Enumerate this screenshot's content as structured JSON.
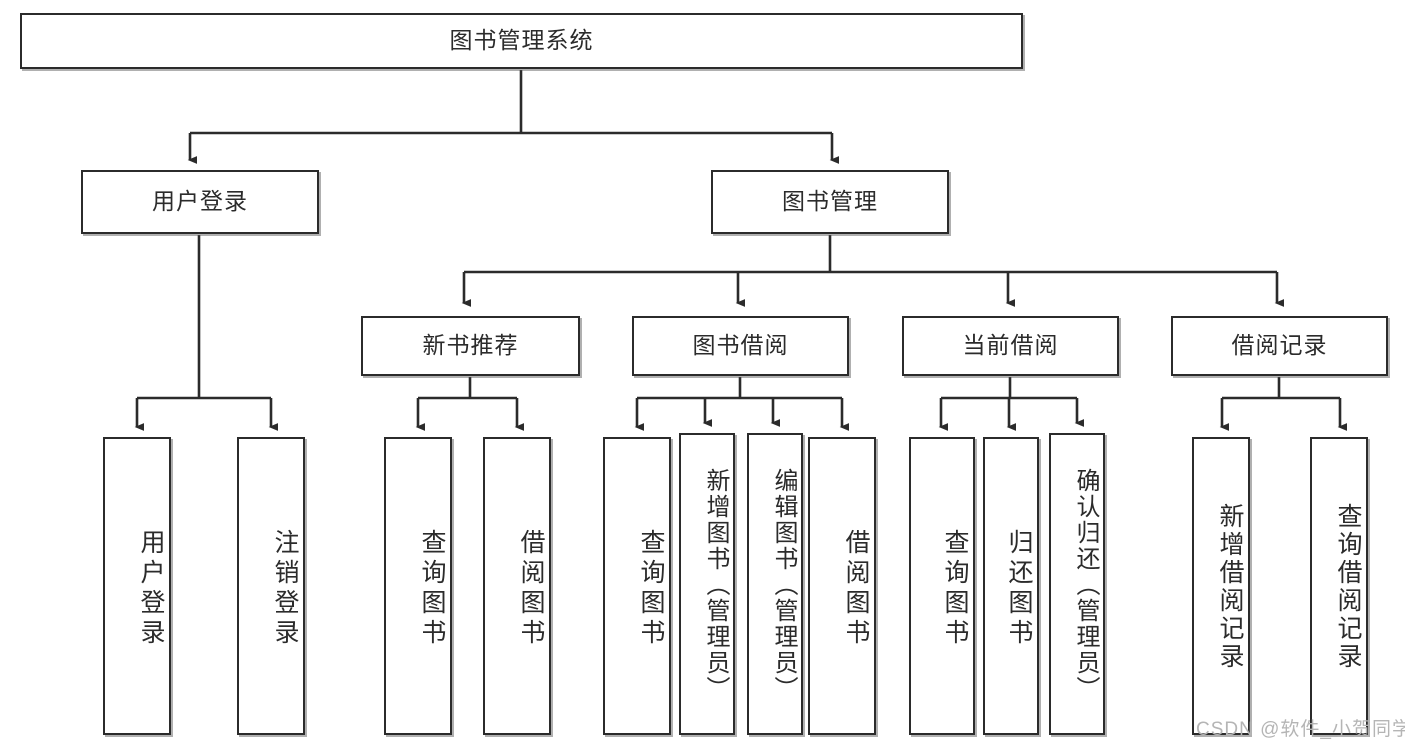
{
  "diagram": {
    "title": "图书管理系统",
    "type": "tree-hierarchy-chart",
    "watermark": "CSDN @软件_小贺同学",
    "colors": {
      "box_border": "#2b2b2b",
      "box_fill": "#ffffff",
      "edge": "#2b2b2b",
      "watermark": "#b5b5b5"
    },
    "root": {
      "id": "root",
      "label": "图书管理系统",
      "orientation": "horizontal"
    },
    "level2": [
      {
        "id": "user-login",
        "label": "用户登录",
        "orientation": "horizontal"
      },
      {
        "id": "book-management",
        "label": "图书管理",
        "orientation": "horizontal"
      }
    ],
    "level3": [
      {
        "id": "new-book-recommend",
        "label": "新书推荐",
        "orientation": "horizontal",
        "parent": "book-management"
      },
      {
        "id": "book-borrow",
        "label": "图书借阅",
        "orientation": "horizontal",
        "parent": "book-management"
      },
      {
        "id": "current-borrow",
        "label": "当前借阅",
        "orientation": "horizontal",
        "parent": "book-management"
      },
      {
        "id": "borrow-record",
        "label": "借阅记录",
        "orientation": "horizontal",
        "parent": "book-management"
      }
    ],
    "leaves": [
      {
        "id": "leaf-user-login",
        "label": "用户登录",
        "parent": "user-login",
        "orientation": "vertical"
      },
      {
        "id": "leaf-logout-login",
        "label": "注销登录",
        "parent": "user-login",
        "orientation": "vertical"
      },
      {
        "id": "leaf-query-book-1",
        "label": "查询图书",
        "parent": "new-book-recommend",
        "orientation": "vertical"
      },
      {
        "id": "leaf-borrow-book-1",
        "label": "借阅图书",
        "parent": "new-book-recommend",
        "orientation": "vertical"
      },
      {
        "id": "leaf-query-book-2",
        "label": "查询图书",
        "parent": "book-borrow",
        "orientation": "vertical"
      },
      {
        "id": "leaf-add-book",
        "label": "新增图书（管理员）",
        "parent": "book-borrow",
        "orientation": "vertical"
      },
      {
        "id": "leaf-edit-book",
        "label": "编辑图书（管理员）",
        "parent": "book-borrow",
        "orientation": "vertical"
      },
      {
        "id": "leaf-borrow-book-2",
        "label": "借阅图书",
        "parent": "book-borrow",
        "orientation": "vertical"
      },
      {
        "id": "leaf-query-book-3",
        "label": "查询图书",
        "parent": "current-borrow",
        "orientation": "vertical"
      },
      {
        "id": "leaf-return-book",
        "label": "归还图书",
        "parent": "current-borrow",
        "orientation": "vertical"
      },
      {
        "id": "leaf-confirm-return",
        "label": "确认归还（管理员）",
        "parent": "current-borrow",
        "orientation": "vertical"
      },
      {
        "id": "leaf-add-record",
        "label": "新增借阅记录",
        "parent": "borrow-record",
        "orientation": "vertical"
      },
      {
        "id": "leaf-query-record",
        "label": "查询借阅记录",
        "parent": "borrow-record",
        "orientation": "vertical"
      }
    ]
  }
}
